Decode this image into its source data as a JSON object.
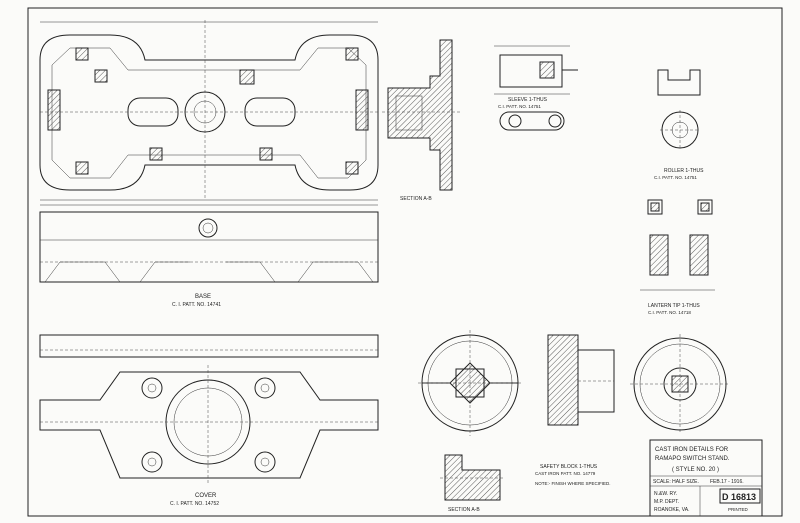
{
  "title_block": {
    "line1": "CAST IRON DETAILS FOR",
    "line2": "RAMAPO SWITCH STAND.",
    "line3": "( STYLE NO. 20 )",
    "scale": "SCALE: HALF SIZE.",
    "date": "FEB.17 - 1916.",
    "railway": "N.&W. RY.",
    "dept": "M.P. DEPT.",
    "city": "ROANOKE, VA.",
    "drawing_no": "D 16813",
    "printed_label": "PRINTED"
  },
  "views": {
    "base": {
      "name": "BASE",
      "patt": "C. I. PATT. NO. 14741"
    },
    "section_ab": {
      "name": "SECTION A-B"
    },
    "sleeve": {
      "name": "SLEEVE  1-THUS",
      "patt": "C.I. PATT. NO. 14751"
    },
    "roller": {
      "name": "ROLLER  1-THUS",
      "patt": "C.I. PATT. NO. 14751"
    },
    "lantern_tip": {
      "name": "LANTERN TIP  1-THUS",
      "patt": "C.I. PATT. NO. 14718"
    },
    "cover": {
      "name": "COVER",
      "patt": "C. I. PATT. NO. 14752"
    },
    "safety_block": {
      "name": "SAFETY BLOCK  1-THUS",
      "patt": "CAST IRON  PATT. NO. 14779"
    },
    "section_bottom": {
      "name": "SECTION A-B"
    }
  },
  "notes": {
    "finish": "NOTE:- FINISH WHERE SPECIFIED."
  }
}
